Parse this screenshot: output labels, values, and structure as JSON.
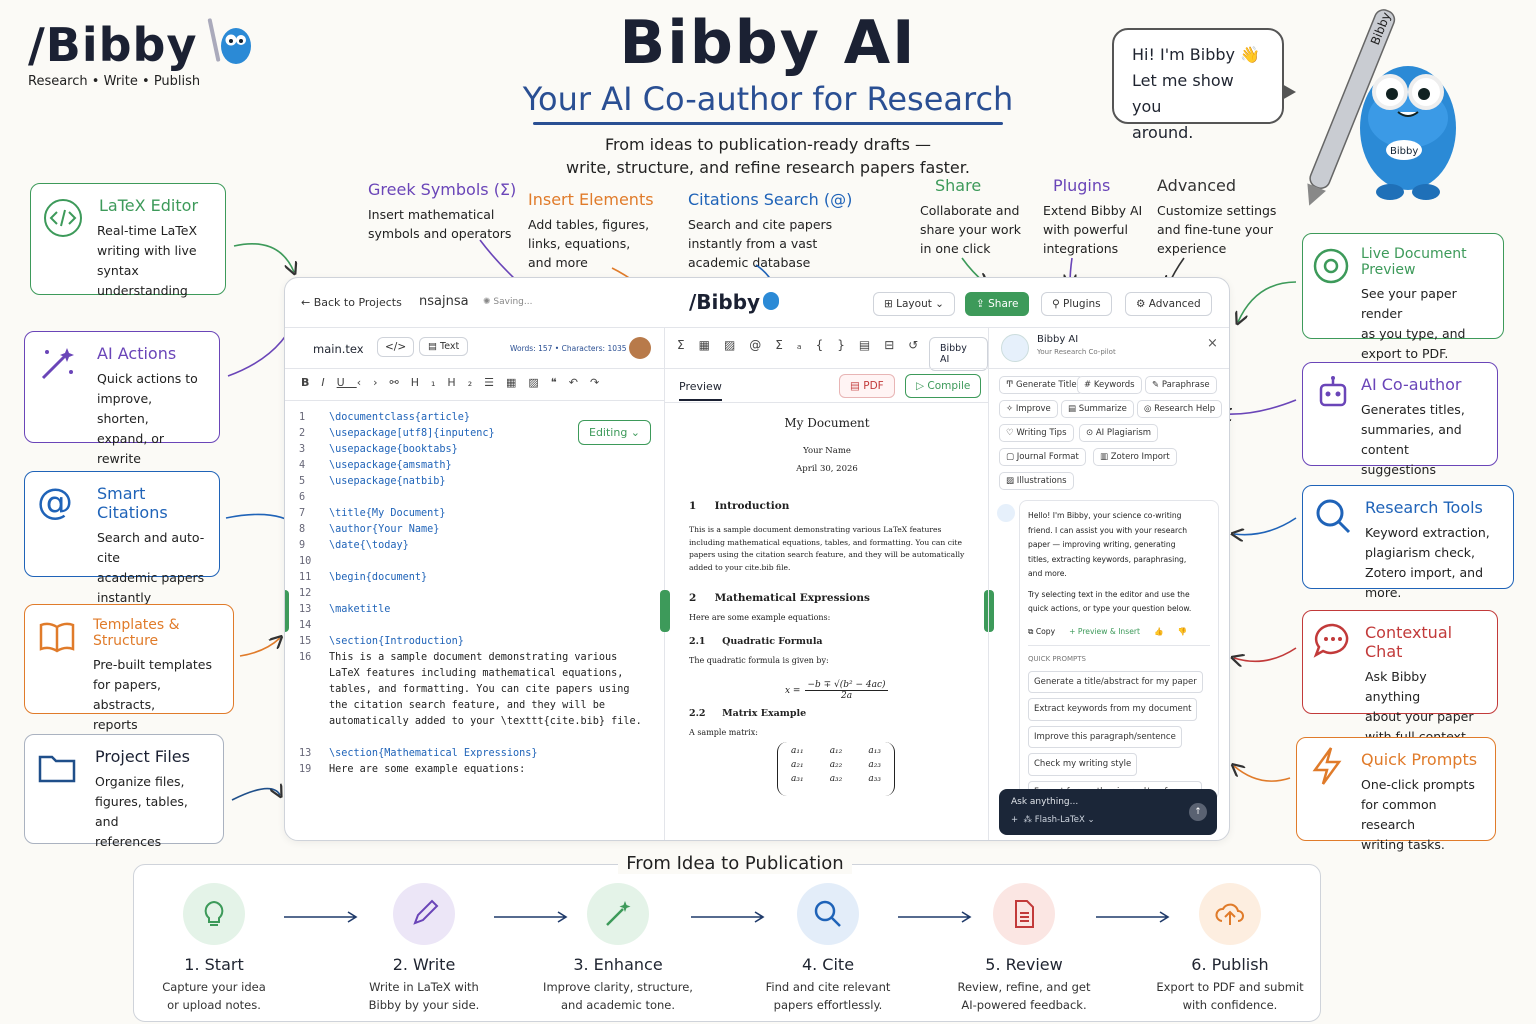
{
  "brand": {
    "logo": "/Bibby",
    "tagline": "Research • Write • Publish"
  },
  "hero": {
    "title": "Bibby AI",
    "subtitle": "Your AI Co-author for Research",
    "desc1": "From ideas to publication-ready drafts —",
    "desc2": "write, structure, and refine research papers faster."
  },
  "bubble": {
    "line1": "Hi! I'm Bibby 👋",
    "line2": "Let me show you",
    "line3": "around."
  },
  "mascot_badge": "Bibby",
  "pen_label": "Bibby",
  "left_cards": [
    {
      "title": "LaTeX Editor",
      "desc": [
        "Real-time LaTeX",
        "writing with live",
        "syntax understanding"
      ]
    },
    {
      "title": "AI Actions",
      "desc": [
        "Quick actions to",
        "improve, shorten,",
        "expand, or rewrite"
      ]
    },
    {
      "title": "Smart Citations",
      "desc": [
        "Search and auto-cite",
        "academic papers",
        "instantly"
      ]
    },
    {
      "title": "Templates & Structure",
      "desc": [
        "Pre-built templates",
        "for papers, abstracts,",
        "reports"
      ]
    },
    {
      "title": "Project Files",
      "desc": [
        "Organize files,",
        "figures, tables, and",
        "references"
      ]
    }
  ],
  "right_cards": [
    {
      "title": "Live Document Preview",
      "desc": [
        "See your paper render",
        "as you type, and",
        "export to PDF."
      ]
    },
    {
      "title": "AI Co-author",
      "desc": [
        "Generates titles,",
        "summaries, and",
        "content suggestions"
      ]
    },
    {
      "title": "Research Tools",
      "desc": [
        "Keyword extraction,",
        "plagiarism check,",
        "Zotero import, and more."
      ]
    },
    {
      "title": "Contextual Chat",
      "desc": [
        "Ask Bibby anything",
        "about your paper",
        "with full context."
      ]
    },
    {
      "title": "Quick Prompts",
      "desc": [
        "One-click prompts",
        "for common research",
        "writing tasks."
      ]
    }
  ],
  "top_annotations": [
    {
      "title": "Greek Symbols (Σ)",
      "desc": [
        "Insert mathematical",
        "symbols and operators"
      ]
    },
    {
      "title": "Insert Elements",
      "desc": [
        "Add tables, figures,",
        "links, equations,",
        "and more"
      ]
    },
    {
      "title": "Citations Search (@)",
      "desc": [
        "Search and cite papers",
        "instantly from a vast",
        "academic database"
      ]
    },
    {
      "title": "Share",
      "desc": [
        "Collaborate and",
        "share your work",
        "in one click"
      ]
    },
    {
      "title": "Plugins",
      "desc": [
        "Extend Bibby AI",
        "with powerful",
        "integrations"
      ]
    },
    {
      "title": "Advanced",
      "desc": [
        "Customize settings",
        "and fine-tune your",
        "experience"
      ]
    }
  ],
  "app": {
    "back": "Back to Projects",
    "project": "nsajnsa",
    "saving": "Saving...",
    "center_logo": "/Bibby",
    "layout": "Layout",
    "share": "Share",
    "plugins": "Plugins",
    "advanced": "Advanced",
    "file": "main.tex",
    "text_mode": "Text",
    "counts": "Words: 157 • Characters: 1035",
    "editing": "Editing",
    "toolbar_h1": "H₁",
    "toolbar_h2": "H₂",
    "bibby_ai_btn": "Bibby AI",
    "preview": "Preview",
    "pdf": "PDF",
    "compile": "Compile",
    "code": [
      {
        "n": "1",
        "c": "\\documentclass{article}"
      },
      {
        "n": "2",
        "c": "\\usepackage[utf8]{inputenc}"
      },
      {
        "n": "3",
        "c": "\\usepackage{booktabs}"
      },
      {
        "n": "4",
        "c": "\\usepackage{amsmath}"
      },
      {
        "n": "5",
        "c": "\\usepackage{natbib}"
      },
      {
        "n": "6",
        "c": ""
      },
      {
        "n": "7",
        "c": "\\title{My Document}"
      },
      {
        "n": "8",
        "c": "\\author{Your Name}"
      },
      {
        "n": "9",
        "c": "\\date{\\today}"
      },
      {
        "n": "10",
        "c": ""
      },
      {
        "n": "11",
        "c": "\\begin{document}"
      },
      {
        "n": "12",
        "c": ""
      },
      {
        "n": "13",
        "c": "\\maketitle"
      },
      {
        "n": "14",
        "c": ""
      },
      {
        "n": "15",
        "c": "\\section{Introduction}"
      },
      {
        "n": "16",
        "c": "This is a sample document demonstrating various"
      },
      {
        "n": "",
        "c": "LaTeX features including mathematical equations,"
      },
      {
        "n": "",
        "c": "tables, and formatting. You can cite papers using"
      },
      {
        "n": "",
        "c": "the citation search feature, and they will be"
      },
      {
        "n": "",
        "c": "automatically added to your \\texttt{cite.bib} file."
      },
      {
        "n": "",
        "c": ""
      },
      {
        "n": "13",
        "c": "\\section{Mathematical Expressions}"
      },
      {
        "n": "19",
        "c": "Here are some example equations:"
      }
    ],
    "doc": {
      "title": "My Document",
      "author": "Your Name",
      "date": "April 30, 2026",
      "s1": "1     Introduction",
      "p1": [
        "This is a sample document demonstrating various LaTeX features",
        "including mathematical equations, tables, and formatting. You can cite",
        "papers using the citation search feature, and they will be automatically",
        "added to your cite.bib file."
      ],
      "s2": "2     Mathematical Expressions",
      "p2": "Here are some example equations:",
      "s21": "2.1     Quadratic Formula",
      "p21": "The quadratic formula is given by:",
      "eq_lhs": "x =",
      "eq_num": "−b ∓ √(b² − 4ac)",
      "eq_den": "2a",
      "s22": "2.2     Matrix Example",
      "p22": "A sample matrix:",
      "matrix": [
        [
          "a₁₁",
          "a₁₂",
          "a₁₃"
        ],
        [
          "a₂₁",
          "a₂₂",
          "a₂₃"
        ],
        [
          "a₃₁",
          "a₃₂",
          "a₃₃"
        ]
      ]
    },
    "ai": {
      "name": "Bibby AI",
      "sub": "Your Research Co-pilot",
      "chips": [
        "Generate Title",
        "Keywords",
        "Paraphrase",
        "Improve",
        "Summarize",
        "Research Help",
        "Writing Tips",
        "AI Plagiarism",
        "Journal Format",
        "Zotero Import",
        "Illustrations"
      ],
      "msg": [
        "Hello! I'm Bibby, your science co-writing",
        "friend. I can assist you with your research",
        "paper — improving writing, generating",
        "titles, extracting keywords, paraphrasing,",
        "and more."
      ],
      "msg2": [
        "Try selecting text in the editor and use the",
        "quick actions, or type your question below."
      ],
      "copy": "Copy",
      "preview_insert": "+ Preview & Insert",
      "qp_title": "QUICK PROMPTS",
      "prompts": [
        "Generate a title/abstract for my paper",
        "Extract keywords from my document",
        "Improve this paragraph/sentence",
        "Check my writing style",
        "Format for another journal/conference"
      ],
      "ask": "Ask anything...",
      "model": "Flash-LaTeX"
    }
  },
  "pipeline": {
    "title": "From Idea to Publication",
    "steps": [
      {
        "name": "1. Start",
        "desc": [
          "Capture your idea",
          "or upload notes."
        ]
      },
      {
        "name": "2. Write",
        "desc": [
          "Write in LaTeX with",
          "Bibby by your side."
        ]
      },
      {
        "name": "3. Enhance",
        "desc": [
          "Improve clarity, structure,",
          "and academic tone."
        ]
      },
      {
        "name": "4. Cite",
        "desc": [
          "Find and cite relevant",
          "papers effortlessly."
        ]
      },
      {
        "name": "5. Review",
        "desc": [
          "Review, refine, and get",
          "AI-powered feedback."
        ]
      },
      {
        "name": "6. Publish",
        "desc": [
          "Export to PDF and submit",
          "with confidence."
        ]
      }
    ]
  },
  "colors": {
    "green": "#3d9a5a",
    "blue": "#2a4f93",
    "purple": "#6a45b8",
    "orange": "#e07b2a",
    "red": "#c23a3a",
    "teal": "#2c7a7a"
  }
}
